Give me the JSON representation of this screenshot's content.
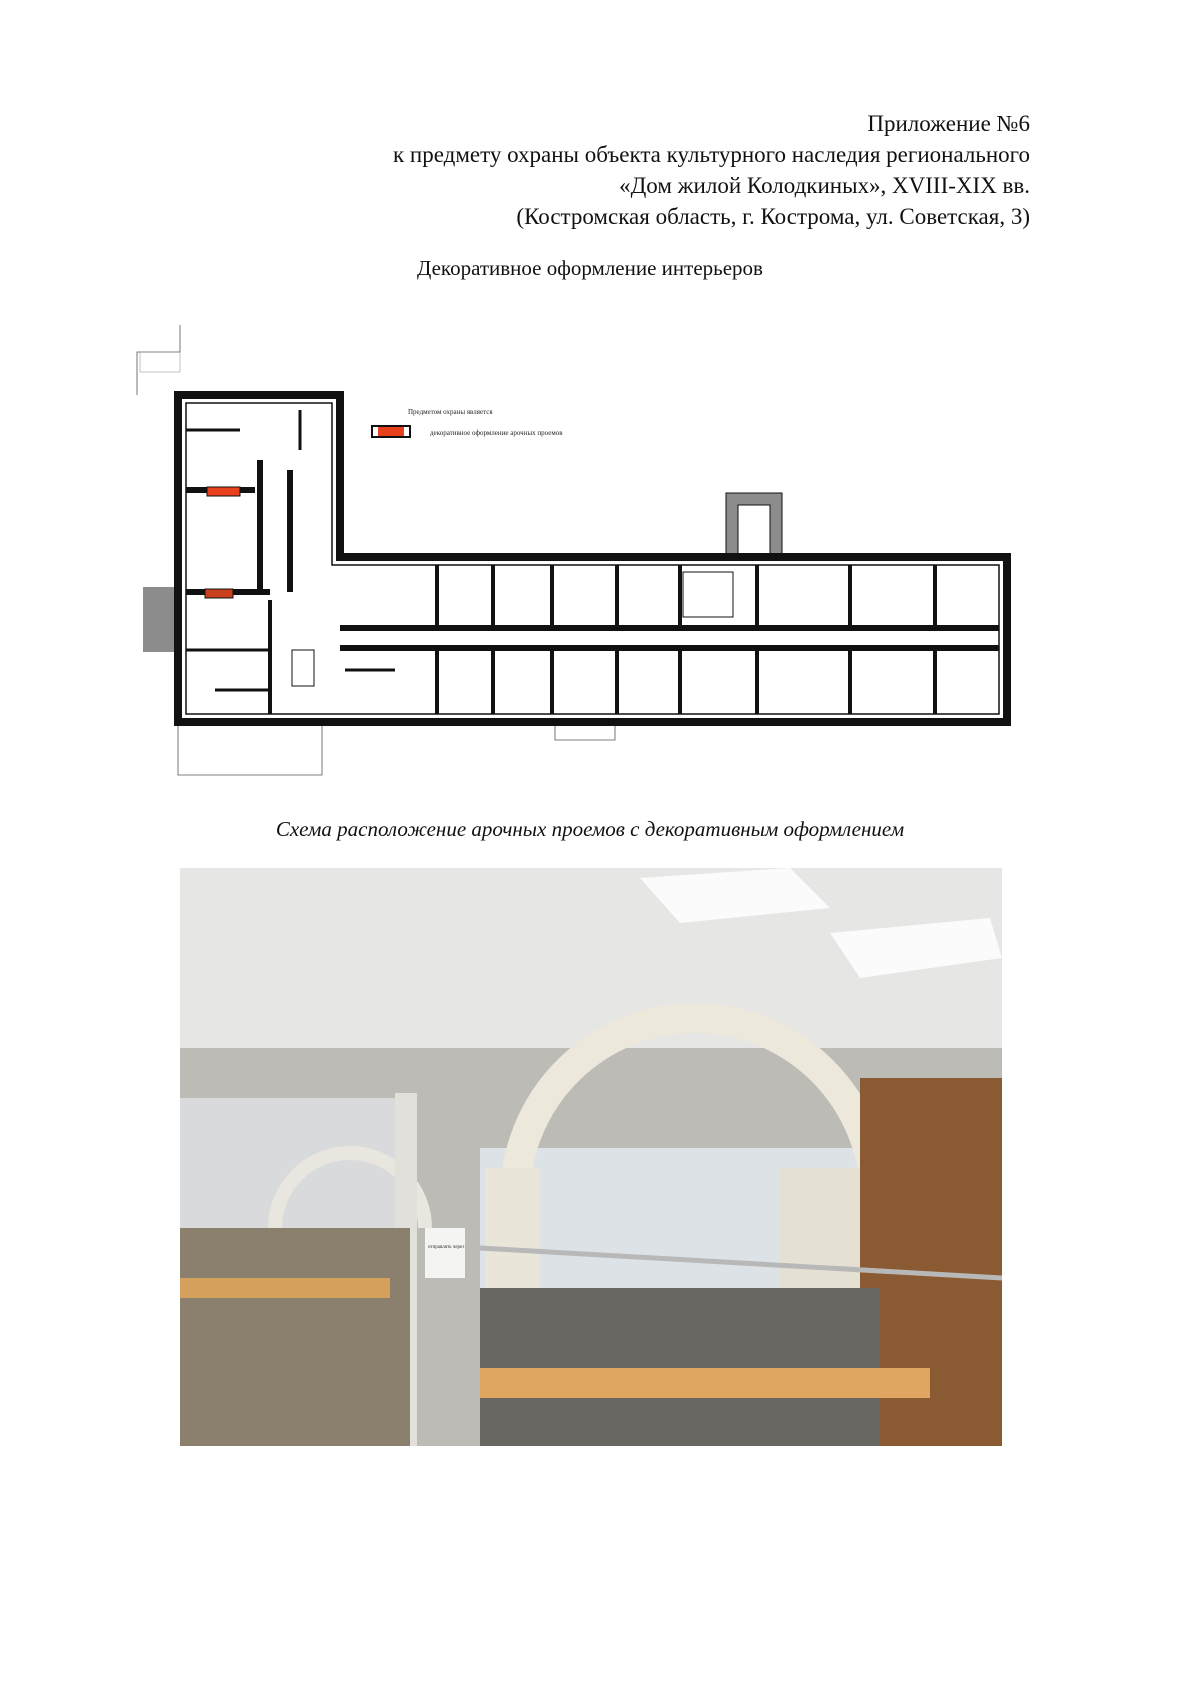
{
  "header": {
    "line1": "Приложение №6",
    "line2": "к предмету охраны объекта культурного наследия регионального",
    "line3": "«Дом жилой Колодкиных», XVIII-XIX вв.",
    "line4": "(Костромская область, г. Кострома, ул. Советская, 3)"
  },
  "section_title": "Декоративное оформление интерьеров",
  "plan": {
    "legend_title": "Предметом охраны является",
    "legend_item": "декоративное оформление арочных проемов",
    "legend_color": "#e8401c",
    "wall_color": "#111111",
    "annex_color": "#8c8c8c"
  },
  "caption": "Схема расположение арочных проемов с декоративным оформлением",
  "photo": {
    "sign_text": "отправлять через"
  }
}
